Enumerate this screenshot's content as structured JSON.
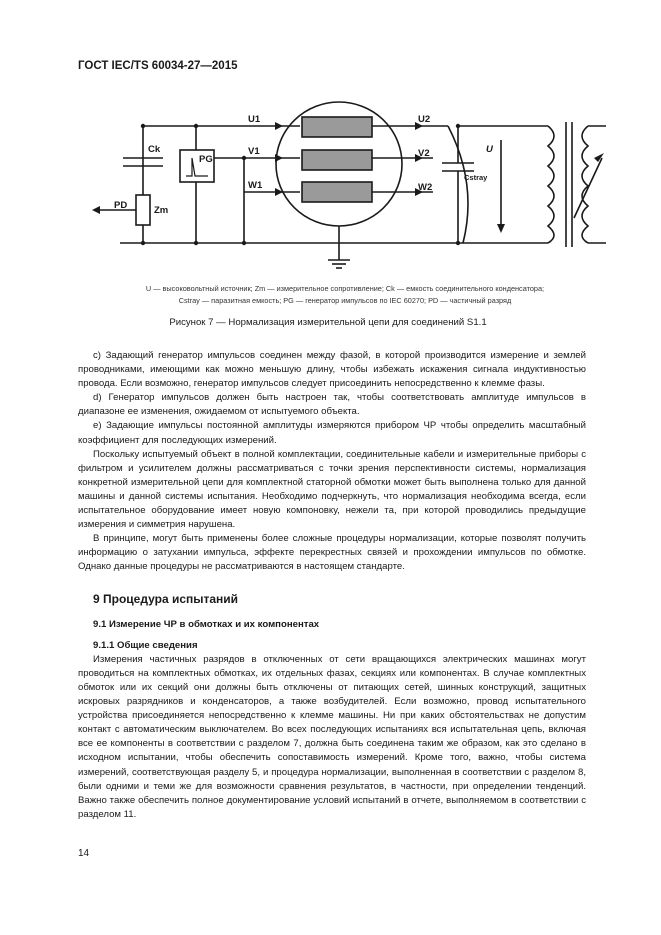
{
  "header": {
    "standard": "ГОСТ IEC/TS 60034-27—2015"
  },
  "figure": {
    "labels": {
      "u1": "U1",
      "v1": "V1",
      "w1": "W1",
      "u2": "U2",
      "v2": "V2",
      "w2": "W2",
      "ck": "Ck",
      "pg": "PG",
      "pd": "PD",
      "zm": "Zm",
      "u": "U",
      "cstray": "Cstray"
    },
    "legend_line1": "U — высоковольтный источник; Zm — измерительное сопротивление; Ck — емкость соединительного конденсатора;",
    "legend_line2": "Cstray — паразитная емкость; PG — генератор импульсов по IEC 60270; PD — частичный разряд",
    "caption": "Рисунок 7 — Нормализация измерительной цепи для соединений S1.1"
  },
  "body": {
    "p_c": "c) Задающий генератор импульсов соединен между фазой, в которой производится измерение и землей проводниками, имеющими как можно меньшую длину, чтобы избежать искажения сигнала индуктивностью провода. Если возможно, генератор импульсов следует присоединить непосредственно к клемме фазы.",
    "p_d": "d) Генератор импульсов должен быть настроен так, чтобы соответствовать амплитуде импульсов в диапазоне ее изменения, ожидаемом от испытуемого объекта.",
    "p_e": "e) Задающие импульсы постоянной амплитуды измеряются прибором ЧР чтобы определить масштабный коэффициент для последующих измерений.",
    "p_1": "Поскольку испытуемый объект в полной комплектации, соединительные кабели и измерительные приборы с фильтром и усилителем должны рассматриваться с точки зрения перспективности системы, нормализация конкретной измерительной цепи для комплектной статорной обмотки может быть выполнена только для данной машины и данной системы испытания. Необходимо подчеркнуть, что нормализация необходима всегда, если испытательное оборудование имеет новую компоновку, нежели та, при которой проводились предыдущие измерения и симметрия нарушена.",
    "p_2": "В принципе, могут быть применены более сложные процедуры нормализации, которые позволят получить информацию о затухании импульса, эффекте перекрестных связей и прохождении импульсов по обмотке. Однако данные процедуры не рассматриваются в настоящем стандарте.",
    "h_9": "9 Процедура испытаний",
    "h_91": "9.1 Измерение ЧР в обмотках и их компонентах",
    "h_911": "9.1.1 Общие сведения",
    "p_3": "Измерения частичных разрядов в отключенных от сети вращающихся электрических машинах могут проводиться на комплектных обмотках, их отдельных фазах, секциях или компонентах. В случае комплектных обмоток или их секций они должны быть отключены от питающих сетей, шинных конструкций, защитных искровых разрядников и конденсаторов, а также возбудителей. Если возможно, провод испытательного устройства присоединяется непосредственно к клемме машины. Ни при каких обстоятельствах не допустим контакт с автоматическим выключателем. Во всех последующих испытаниях вся испытательная цепь, включая все ее компоненты в соответствии с разделом 7, должна быть соединена таким же образом, как это сделано в исходном испытании, чтобы обеспечить сопоставимость измерений. Кроме того, важно, чтобы система измерений, соответствующая разделу 5, и процедура нормализации, выполненная в соответствии с разделом 8, были одними и теми же для возможности сравнения результатов, в частности, при определении тенденций. Важно также обеспечить полное документирование условий испытаний в отчете, выполняемом в соответствии с разделом 11."
  },
  "page_number": "14"
}
